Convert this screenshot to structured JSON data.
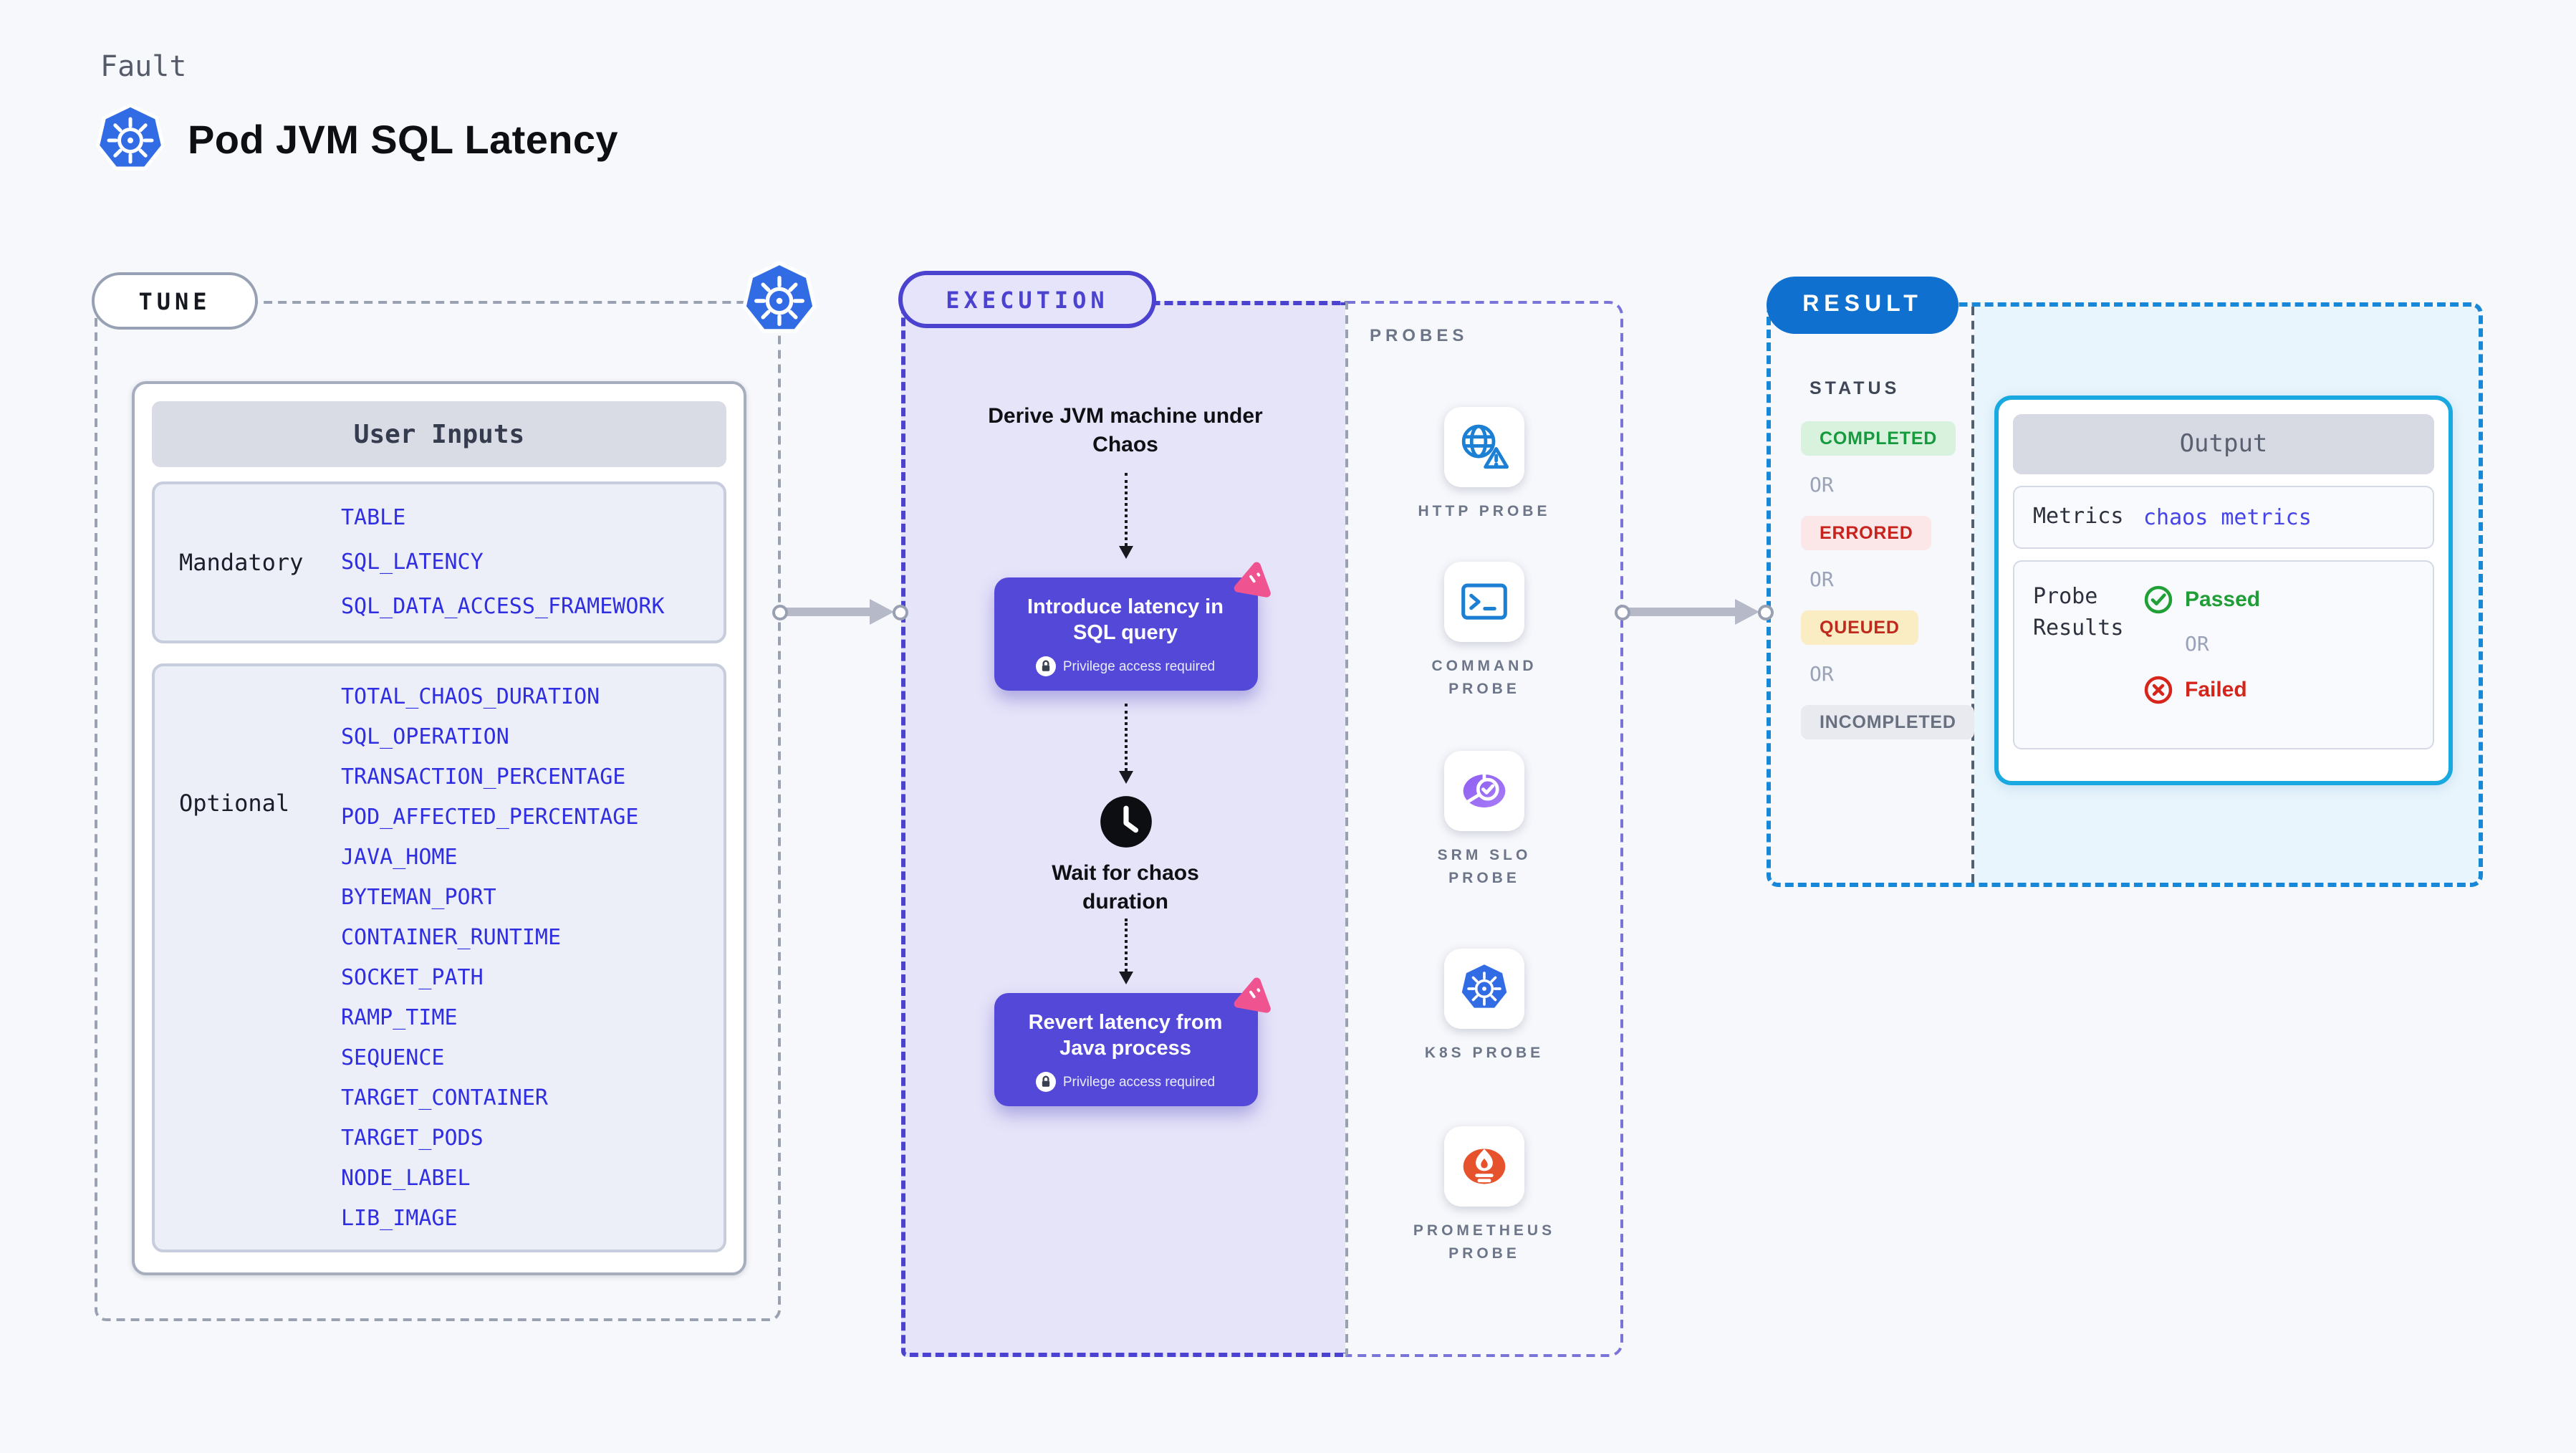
{
  "colors": {
    "page_bg": "#f7f8fc",
    "accent_indigo": "#4b42cf",
    "execution_fill": "#e6e4f9",
    "step_box_indigo": "#5348d8",
    "tune_border_gray": "#9aa2b1",
    "result_border_blue": "#1787d8",
    "result_fill_cyan": "#e9f5fc",
    "output_border_cyan": "#19a9e0",
    "result_pill_blue": "#1070cf",
    "field_text_blue": "#2f2ee0",
    "passed_green": "#1f9d36",
    "failed_red": "#d3251a",
    "kubernetes_blue": "#326ce5",
    "prometheus_orange": "#e6522c",
    "srm_purple": "#8d5ff2",
    "probe_icon_blue": "#1b7fd4",
    "chaos_pink": "#ef5390"
  },
  "header": {
    "eyebrow": "Fault",
    "title": "Pod JVM SQL Latency"
  },
  "tune": {
    "label": "TUNE",
    "panel_title": "User Inputs",
    "mandatory": {
      "label": "Mandatory",
      "fields": [
        "TABLE",
        "SQL_LATENCY",
        "SQL_DATA_ACCESS_FRAMEWORK"
      ]
    },
    "optional": {
      "label": "Optional",
      "fields": [
        "TOTAL_CHAOS_DURATION",
        "SQL_OPERATION",
        "TRANSACTION_PERCENTAGE",
        "POD_AFFECTED_PERCENTAGE",
        "JAVA_HOME",
        "BYTEMAN_PORT",
        "CONTAINER_RUNTIME",
        "SOCKET_PATH",
        "RAMP_TIME",
        "SEQUENCE",
        "TARGET_CONTAINER",
        "TARGET_PODS",
        "NODE_LABEL",
        "LIB_IMAGE"
      ]
    }
  },
  "execution": {
    "label": "EXECUTION",
    "derive_text": "Derive JVM machine under Chaos",
    "step1": {
      "text": "Introduce latency in SQL query",
      "badge": "Privilege access required"
    },
    "wait_text": "Wait for chaos duration",
    "step2": {
      "text": "Revert latency from Java process",
      "badge": "Privilege access required"
    }
  },
  "probes": {
    "label": "PROBES",
    "items": [
      {
        "name": "HTTP PROBE"
      },
      {
        "name": "COMMAND PROBE"
      },
      {
        "name": "SRM SLO PROBE"
      },
      {
        "name": "K8S PROBE"
      },
      {
        "name": "PROMETHEUS PROBE"
      }
    ]
  },
  "result": {
    "label": "RESULT",
    "status_heading": "STATUS",
    "or_label": "OR",
    "statuses": [
      {
        "label": "COMPLETED",
        "fg": "#169a3e",
        "bg": "#d9f2de"
      },
      {
        "label": "ERRORED",
        "fg": "#c6231c",
        "bg": "#fbe6e8"
      },
      {
        "label": "QUEUED",
        "fg": "#c02a1d",
        "bg": "#faedc3"
      },
      {
        "label": "INCOMPLETED",
        "fg": "#68707f",
        "bg": "#e8eaf0"
      }
    ],
    "output": {
      "title": "Output",
      "metrics_label": "Metrics",
      "metrics_value": "chaos metrics",
      "probe_results_label": "Probe Results",
      "passed_label": "Passed",
      "failed_label": "Failed"
    }
  }
}
